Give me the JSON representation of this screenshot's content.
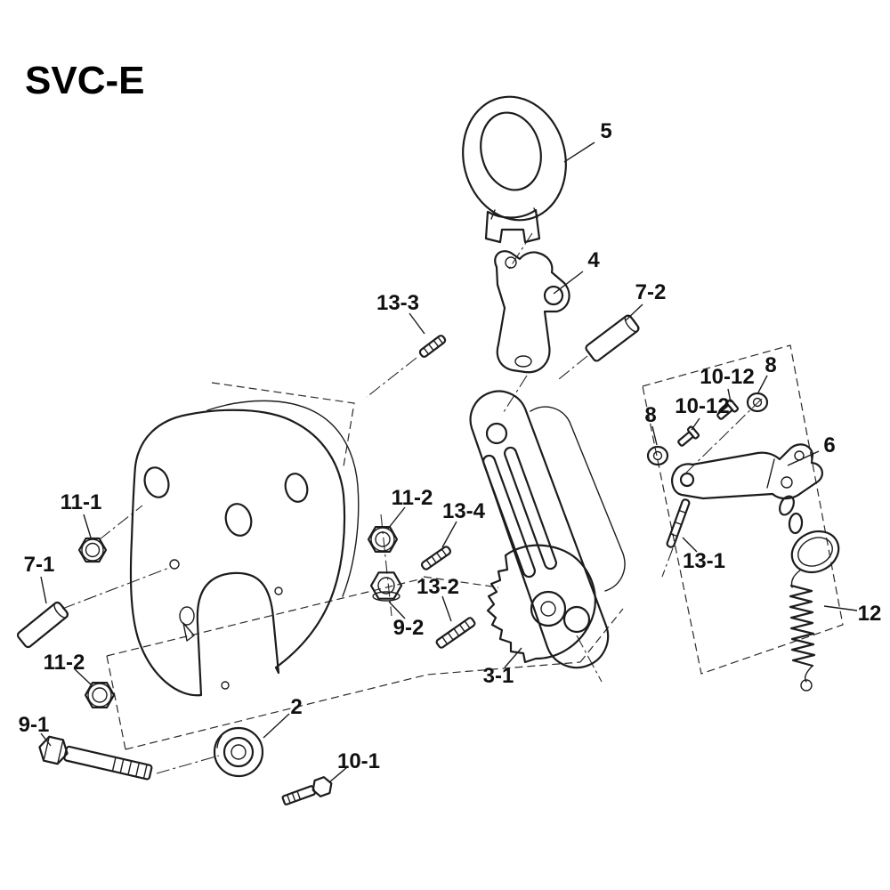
{
  "title": "SVC-E",
  "colors": {
    "line": "#1c1c1c",
    "background": "#ffffff"
  },
  "callouts": {
    "c5": "5",
    "c4": "4",
    "c7_2": "7-2",
    "c13_3": "13-3",
    "c10_12a": "10-12",
    "c8a": "8",
    "c8b": "8",
    "c10_12b": "10-12",
    "c6": "6",
    "c11_1": "11-1",
    "c11_2a": "11-2",
    "c13_4": "13-4",
    "c7_1": "7-1",
    "c13_2": "13-2",
    "c9_2": "9-2",
    "c3_1": "3-1",
    "c13_1": "13-1",
    "c12": "12",
    "c11_2b": "11-2",
    "c9_1": "9-1",
    "c2": "2",
    "c10_1": "10-1"
  }
}
